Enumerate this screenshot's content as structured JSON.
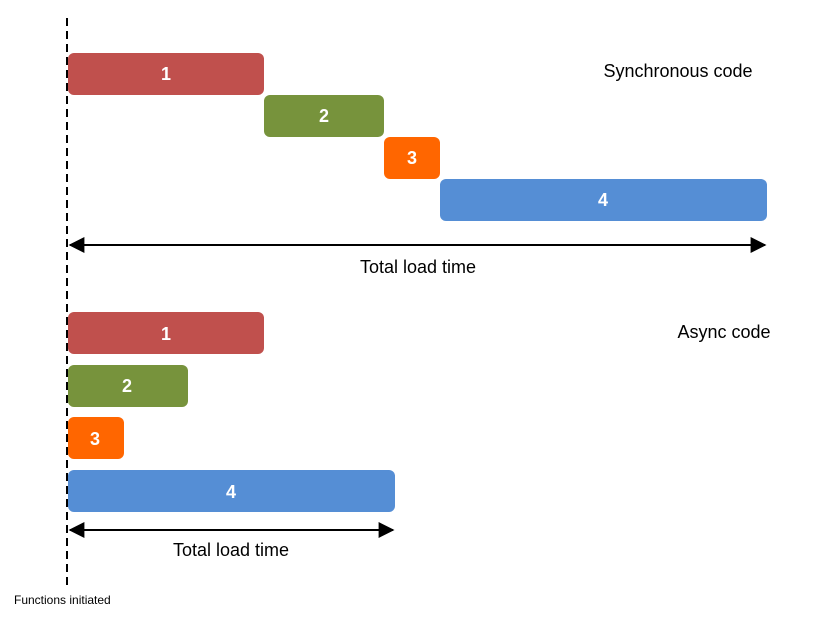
{
  "origin_label": "Functions initiated",
  "sections": [
    {
      "title": "Synchronous code",
      "total_label": "Total load time",
      "bars": [
        {
          "label": "1",
          "color": "#c0504d"
        },
        {
          "label": "2",
          "color": "#77933c"
        },
        {
          "label": "3",
          "color": "#ff6600"
        },
        {
          "label": "4",
          "color": "#558ed5"
        }
      ]
    },
    {
      "title": "Async code",
      "total_label": "Total load time",
      "bars": [
        {
          "label": "1",
          "color": "#c0504d"
        },
        {
          "label": "2",
          "color": "#77933c"
        },
        {
          "label": "3",
          "color": "#ff6600"
        },
        {
          "label": "4",
          "color": "#558ed5"
        }
      ]
    }
  ]
}
